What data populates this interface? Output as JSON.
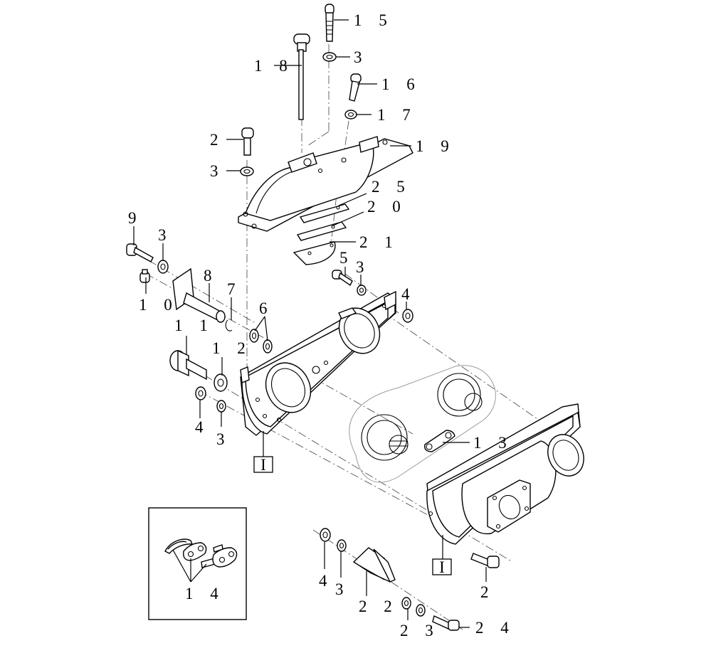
{
  "callouts": [
    {
      "id": "c15",
      "text": "1 5"
    },
    {
      "id": "c3a",
      "text": "3"
    },
    {
      "id": "c18",
      "text": "1 8"
    },
    {
      "id": "c16",
      "text": "1 6"
    },
    {
      "id": "c17",
      "text": "1 7"
    },
    {
      "id": "c2a",
      "text": "2"
    },
    {
      "id": "c19",
      "text": "1 9"
    },
    {
      "id": "c3b",
      "text": "3"
    },
    {
      "id": "c25",
      "text": "2 5"
    },
    {
      "id": "c20",
      "text": "2 0"
    },
    {
      "id": "c21",
      "text": "2 1"
    },
    {
      "id": "c9",
      "text": "9"
    },
    {
      "id": "c3c",
      "text": "3"
    },
    {
      "id": "c5",
      "text": "5"
    },
    {
      "id": "c3d",
      "text": "3"
    },
    {
      "id": "c8",
      "text": "8"
    },
    {
      "id": "c7",
      "text": "7"
    },
    {
      "id": "c4a",
      "text": "4"
    },
    {
      "id": "c10",
      "text": "1 0"
    },
    {
      "id": "c6",
      "text": "6"
    },
    {
      "id": "c11",
      "text": "1 1"
    },
    {
      "id": "c12",
      "text": "1 2"
    },
    {
      "id": "c4b",
      "text": "4"
    },
    {
      "id": "c3e",
      "text": "3"
    },
    {
      "id": "c13",
      "text": "1 3"
    },
    {
      "id": "c14",
      "text": "1 4"
    },
    {
      "id": "c4c",
      "text": "4"
    },
    {
      "id": "c3f",
      "text": "3"
    },
    {
      "id": "c22",
      "text": "2 2"
    },
    {
      "id": "c23",
      "text": "2 3"
    },
    {
      "id": "c24",
      "text": "2 4"
    },
    {
      "id": "c2b",
      "text": "2"
    }
  ],
  "boxed_refs": [
    {
      "id": "ref-left",
      "text": "I"
    },
    {
      "id": "ref-right",
      "text": "I"
    }
  ]
}
